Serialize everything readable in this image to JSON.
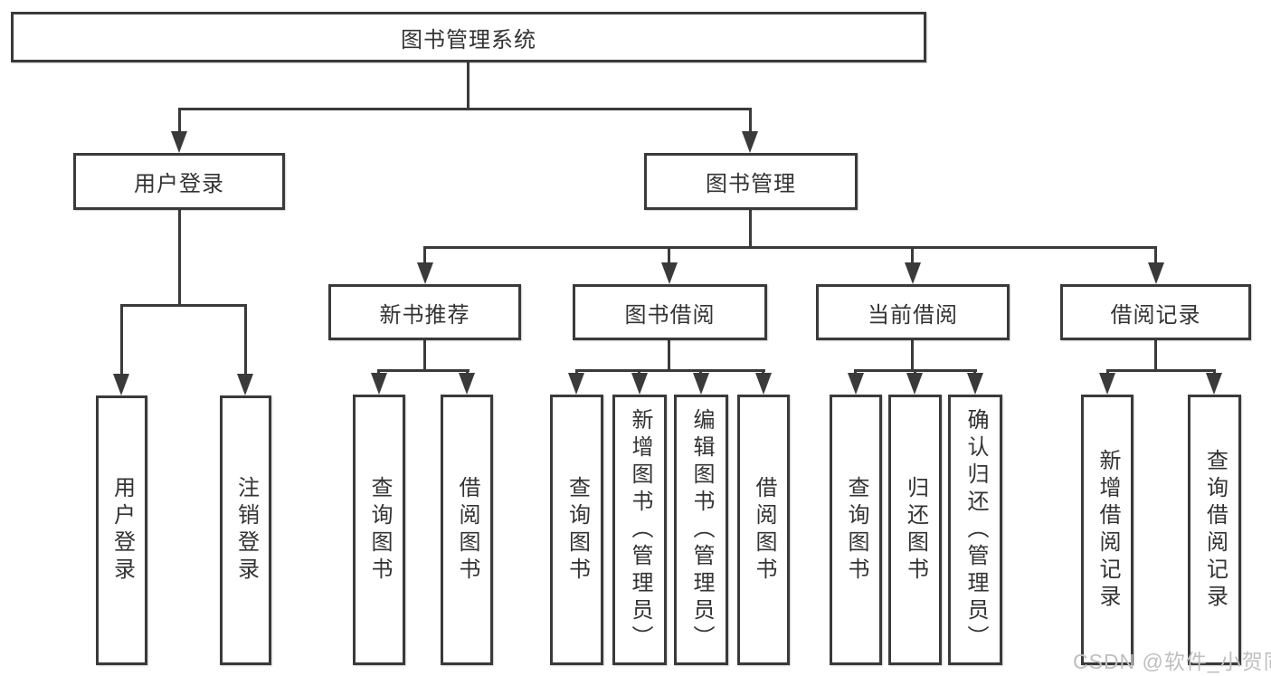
{
  "diagram": {
    "root": {
      "label": "图书管理系统"
    },
    "level2": [
      {
        "label": "用户登录",
        "children": [
          {
            "label": "用户登录"
          },
          {
            "label": "注销登录"
          }
        ]
      },
      {
        "label": "图书管理",
        "children": [
          {
            "label": "新书推荐",
            "children": [
              {
                "label": "查询图书"
              },
              {
                "label": "借阅图书"
              }
            ]
          },
          {
            "label": "图书借阅",
            "children": [
              {
                "label": "查询图书"
              },
              {
                "label": "新增图书（管理员）"
              },
              {
                "label": "编辑图书（管理员）"
              },
              {
                "label": "借阅图书"
              }
            ]
          },
          {
            "label": "当前借阅",
            "children": [
              {
                "label": "查询图书"
              },
              {
                "label": "归还图书"
              },
              {
                "label": "确认归还（管理员）"
              }
            ]
          },
          {
            "label": "借阅记录",
            "children": [
              {
                "label": "新增借阅记录"
              },
              {
                "label": "查询借阅记录"
              }
            ]
          }
        ]
      }
    ]
  },
  "watermark": {
    "text": "CSDN @软件_小贺同学",
    "color": "#BFBFBF"
  },
  "colors": {
    "line": "#3A3A3A",
    "text": "#333333",
    "background": "#FFFFFF"
  }
}
